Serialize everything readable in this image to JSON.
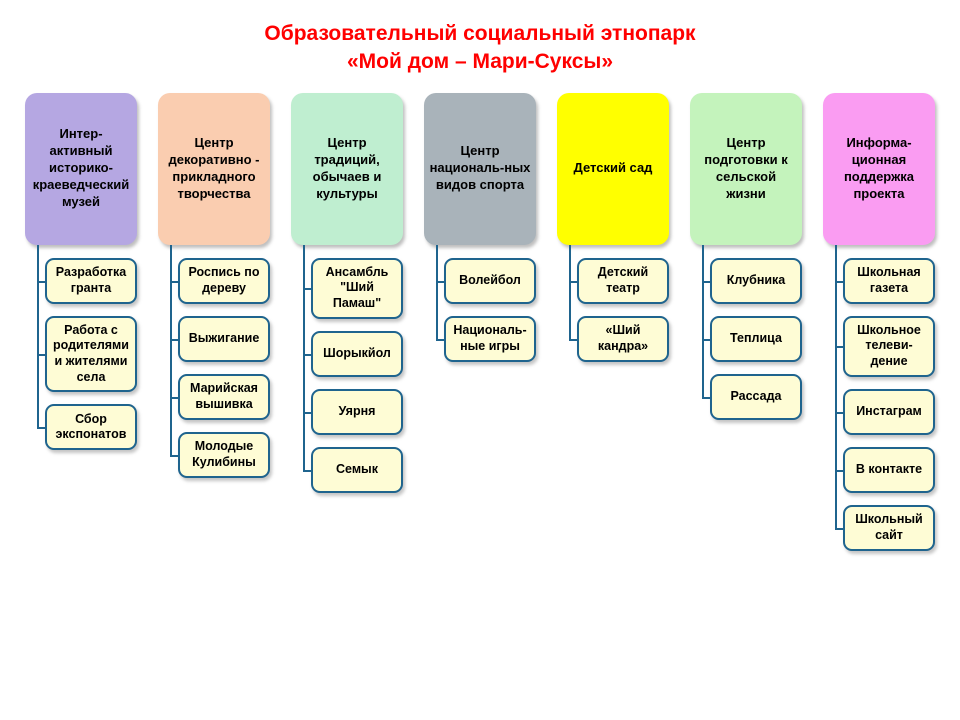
{
  "title": {
    "line1": "Образовательный социальный этнопарк",
    "line2": "«Мой дом – Мари-Суксы»"
  },
  "colors": {
    "title": "#FF0000",
    "connector": "#1F648E",
    "child_fill": "#FEFCD5"
  },
  "columns": [
    {
      "header": "Интер-активный историко-краеведческий музей",
      "color": "#B5A7E2",
      "children": [
        "Разработка гранта",
        "Работа с родителями и жителями села",
        "Сбор экспонатов"
      ]
    },
    {
      "header": "Центр декоративно - прикладного творчества",
      "color": "#FACDB0",
      "children": [
        "Роспись по дереву",
        "Выжигание",
        "Марийская вышивка",
        "Молодые Кулибины"
      ]
    },
    {
      "header": "Центр традиций, обычаев и культуры",
      "color": "#BFEED0",
      "children": [
        "Ансамбль \"Ший Памаш\"",
        "Шорыкйол",
        "Уярня",
        "Семык"
      ]
    },
    {
      "header": "Центр националь-ных видов спорта",
      "color": "#A9B3BA",
      "children": [
        "Волейбол",
        "Националь-ные игры"
      ]
    },
    {
      "header": "Детский сад",
      "color": "#FFFF00",
      "children": [
        "Детский театр",
        "«Ший кандра»"
      ]
    },
    {
      "header": "Центр подготовки к сельской жизни",
      "color": "#C4F3BC",
      "children": [
        "Клубника",
        "Теплица",
        "Рассада"
      ]
    },
    {
      "header": "Информа-ционная поддержка проекта",
      "color": "#FA9CF2",
      "children": [
        "Школьная газета",
        "Школьное телеви-дение",
        "Инстаграм",
        "В контакте",
        "Школьный сайт"
      ]
    }
  ]
}
